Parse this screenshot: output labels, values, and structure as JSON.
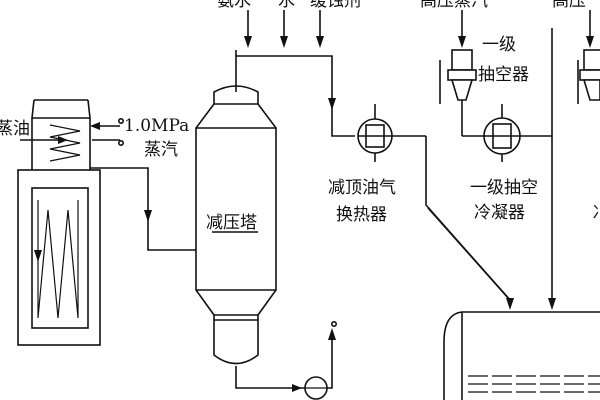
{
  "labels": {
    "top_water_1": "氨水",
    "top_water_2": "水",
    "top_inhibitor": "缓蚀剂",
    "top_hp_steam": "高压蒸汽",
    "top_right": "高压",
    "first_stage": "一级",
    "ejector": "抽空器",
    "feed_oil": "蒸油",
    "steam_pressure": "1.0MPa",
    "steam": "蒸汽",
    "vac_tower": "减压塔",
    "top_hx_1": "减顶油气",
    "top_hx_2": "换热器",
    "cond_1": "一级抽空",
    "cond_2": "冷凝器",
    "right_cut": "冫"
  },
  "colors": {
    "line": "#111111",
    "background": "#ffffff"
  },
  "icons": {
    "valve": "valve-icon",
    "pump": "pump-icon",
    "arrow": "flow-arrow"
  }
}
